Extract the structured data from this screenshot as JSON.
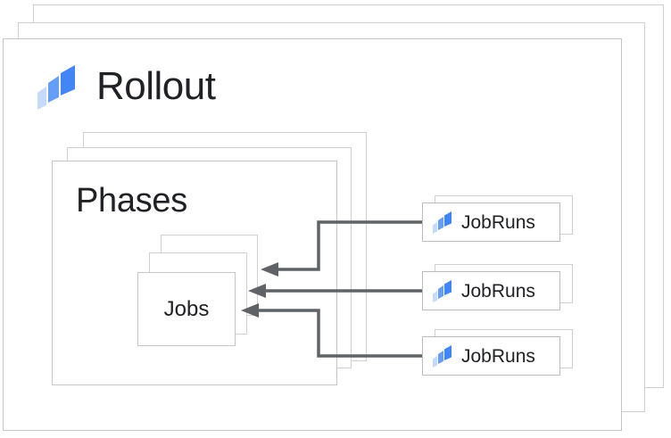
{
  "diagram": {
    "type": "nested-stacked-cards",
    "title": "Rollout",
    "colors": {
      "card_border": "#c6c6c6",
      "text": "#202124",
      "arrow": "#5f6368",
      "logo_dark_blue": "#4285f4",
      "logo_mid_blue": "#669df6",
      "logo_light_blue": "#c6dafc",
      "background": "#ffffff"
    }
  },
  "rollout": {
    "label": "Rollout",
    "icon": "cloud-deploy-logo",
    "stack_count": 3
  },
  "phases": {
    "label": "Phases",
    "stack_count": 3
  },
  "jobs": {
    "label": "Jobs",
    "stack_count": 3
  },
  "jobruns": [
    {
      "label": "JobRuns",
      "icon": "cloud-deploy-logo",
      "stack_count": 2
    },
    {
      "label": "JobRuns",
      "icon": "cloud-deploy-logo",
      "stack_count": 2
    },
    {
      "label": "JobRuns",
      "icon": "cloud-deploy-logo",
      "stack_count": 2
    }
  ],
  "connections": [
    {
      "from": "jobruns.0",
      "to": "jobs",
      "style": "elbow-down",
      "arrowhead": "filled-triangle"
    },
    {
      "from": "jobruns.1",
      "to": "jobs",
      "style": "straight",
      "arrowhead": "filled-triangle"
    },
    {
      "from": "jobruns.2",
      "to": "jobs",
      "style": "elbow-up",
      "arrowhead": "filled-triangle"
    }
  ]
}
